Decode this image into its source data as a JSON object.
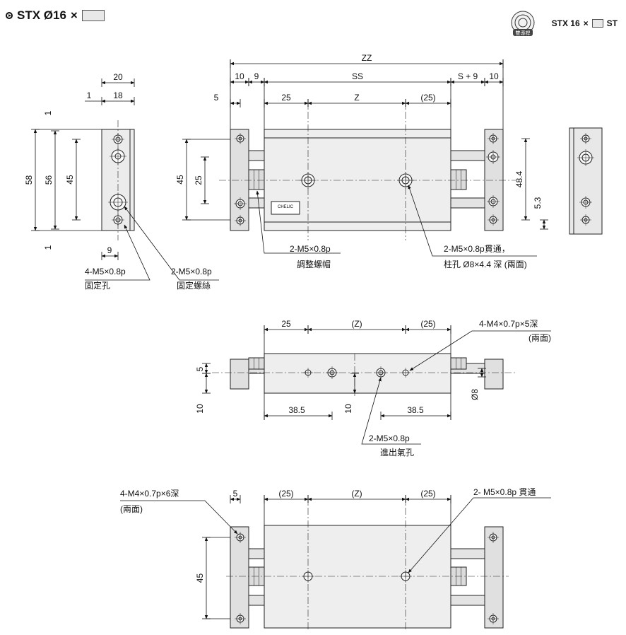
{
  "header": {
    "title": "STX Ø16",
    "times": "×",
    "model": "STX 16",
    "suffix": "ST",
    "badge_label": "雙導桿"
  },
  "views": {
    "end_left": {
      "dims": [
        "20",
        "1",
        "18",
        "1",
        "58",
        "56",
        "45",
        "1",
        "9"
      ],
      "callouts": [
        {
          "name": "4-M5×0.8p",
          "desc": "固定孔"
        },
        {
          "name": "2-M5×0.8p",
          "desc": "固定螺絲"
        }
      ]
    },
    "front": {
      "dims": [
        "ZZ",
        "10",
        "9",
        "SS",
        "S + 9",
        "10",
        "5",
        "25",
        "Z",
        "(25)",
        "45",
        "25",
        "48.4",
        "5.3"
      ],
      "callouts": [
        {
          "name": "2-M5×0.8p",
          "desc": "調整螺帽"
        },
        {
          "name": "2-M5×0.8p貫通，",
          "desc": "柱孔 Ø8×4.4 深 (兩面)"
        }
      ],
      "nameplate": "CHELIC"
    },
    "side": {
      "dims": [
        "25",
        "(Z)",
        "(25)",
        "5",
        "10",
        "38.5",
        "10",
        "38.5",
        "Ø8"
      ],
      "callouts": [
        {
          "name": "4-M4×0.7p×5深",
          "desc": "(兩面)"
        },
        {
          "name": "2-M5×0.8p",
          "desc": "進出氣孔"
        }
      ]
    },
    "bottom": {
      "dims": [
        "5",
        "(25)",
        "(Z)",
        "(25)",
        "45"
      ],
      "callouts": [
        {
          "name": "4-M4×0.7p×6深",
          "desc": "(兩面)"
        },
        {
          "name": "2- M5×0.8p 貫通",
          "desc": ""
        }
      ]
    }
  }
}
